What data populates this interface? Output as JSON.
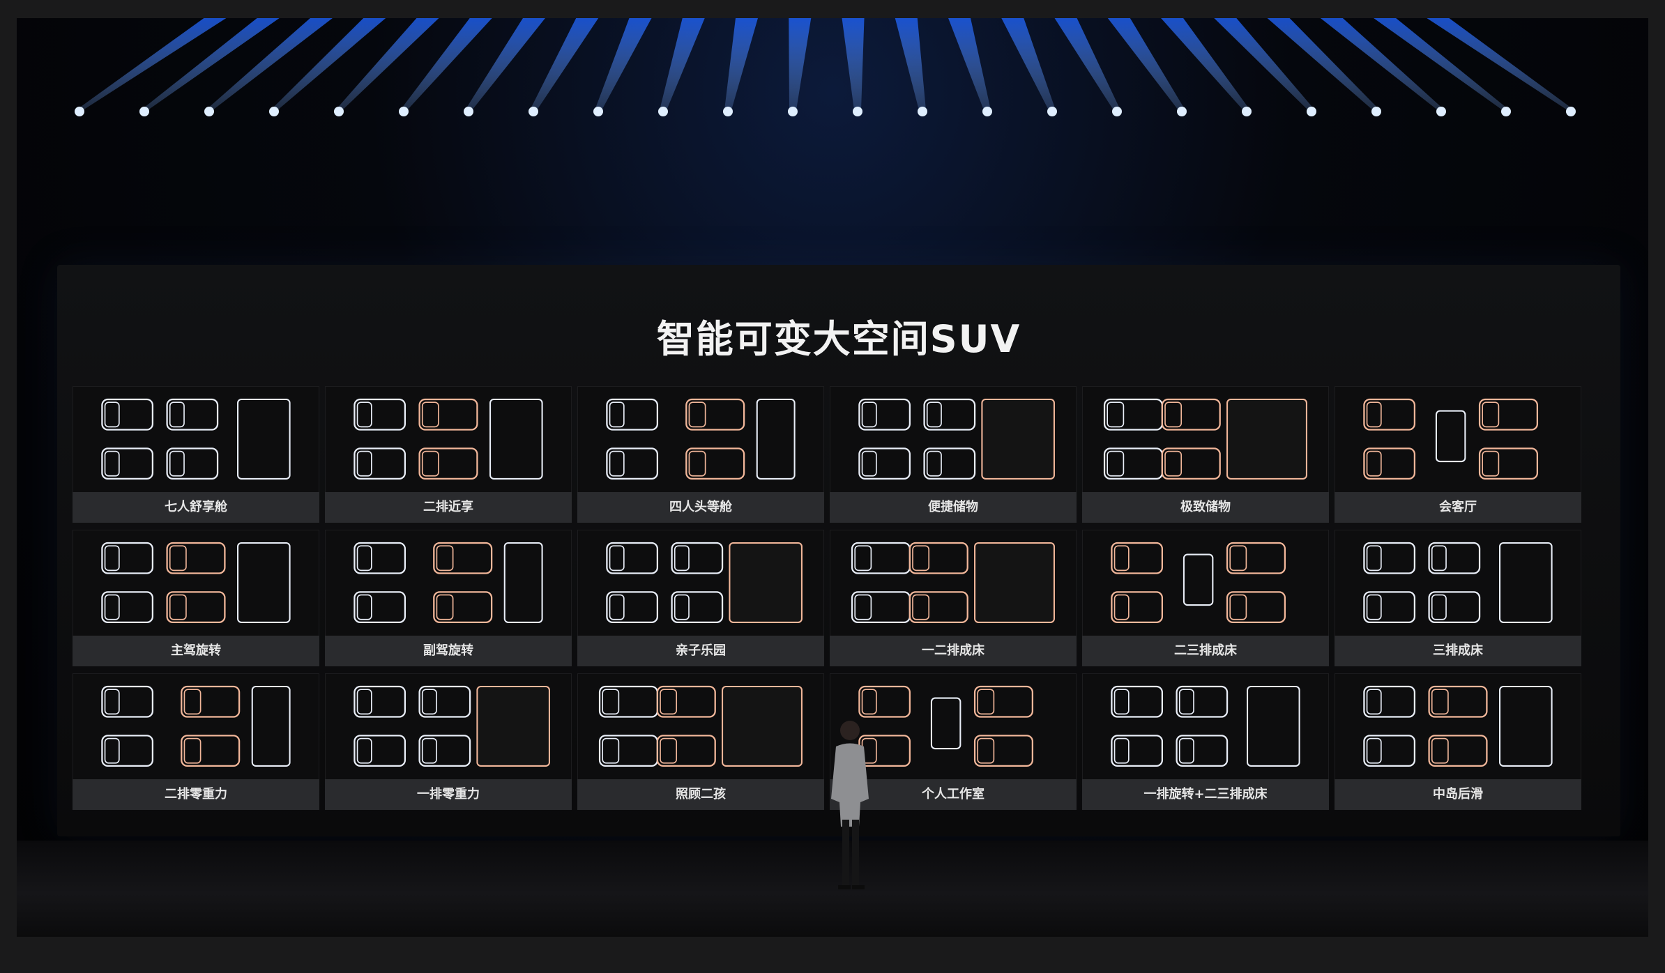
{
  "title": "智能可变大空间SUV",
  "colors": {
    "seat_white": "#e9eef8",
    "seat_peach": "#f2b79a",
    "light_beam": "#3f8cff"
  },
  "tiles": [
    {
      "label": "七人舒享舱",
      "icon": "seven-seat-layout-icon"
    },
    {
      "label": "二排近享",
      "icon": "second-row-recline-icon"
    },
    {
      "label": "四人头等舱",
      "icon": "four-seat-first-class-icon"
    },
    {
      "label": "便捷储物",
      "icon": "cargo-storage-icon"
    },
    {
      "label": "极致储物",
      "icon": "max-storage-icon"
    },
    {
      "label": "会客厅",
      "icon": "lounge-icon"
    },
    {
      "label": "主驾旋转",
      "icon": "driver-swivel-icon"
    },
    {
      "label": "副驾旋转",
      "icon": "passenger-swivel-icon"
    },
    {
      "label": "亲子乐园",
      "icon": "family-play-icon"
    },
    {
      "label": "一二排成床",
      "icon": "front-bed-icon"
    },
    {
      "label": "二三排成床",
      "icon": "rear-bed-icon"
    },
    {
      "label": "三排成床",
      "icon": "third-row-bed-icon"
    },
    {
      "label": "二排零重力",
      "icon": "second-row-zero-g-icon"
    },
    {
      "label": "一排零重力",
      "icon": "first-row-zero-g-icon"
    },
    {
      "label": "照顾二孩",
      "icon": "two-child-care-icon"
    },
    {
      "label": "个人工作室",
      "icon": "personal-studio-icon"
    },
    {
      "label": "一排旋转+二三排成床",
      "icon": "swivel-plus-bed-icon"
    },
    {
      "label": "中岛后滑",
      "icon": "center-island-slide-icon"
    }
  ]
}
